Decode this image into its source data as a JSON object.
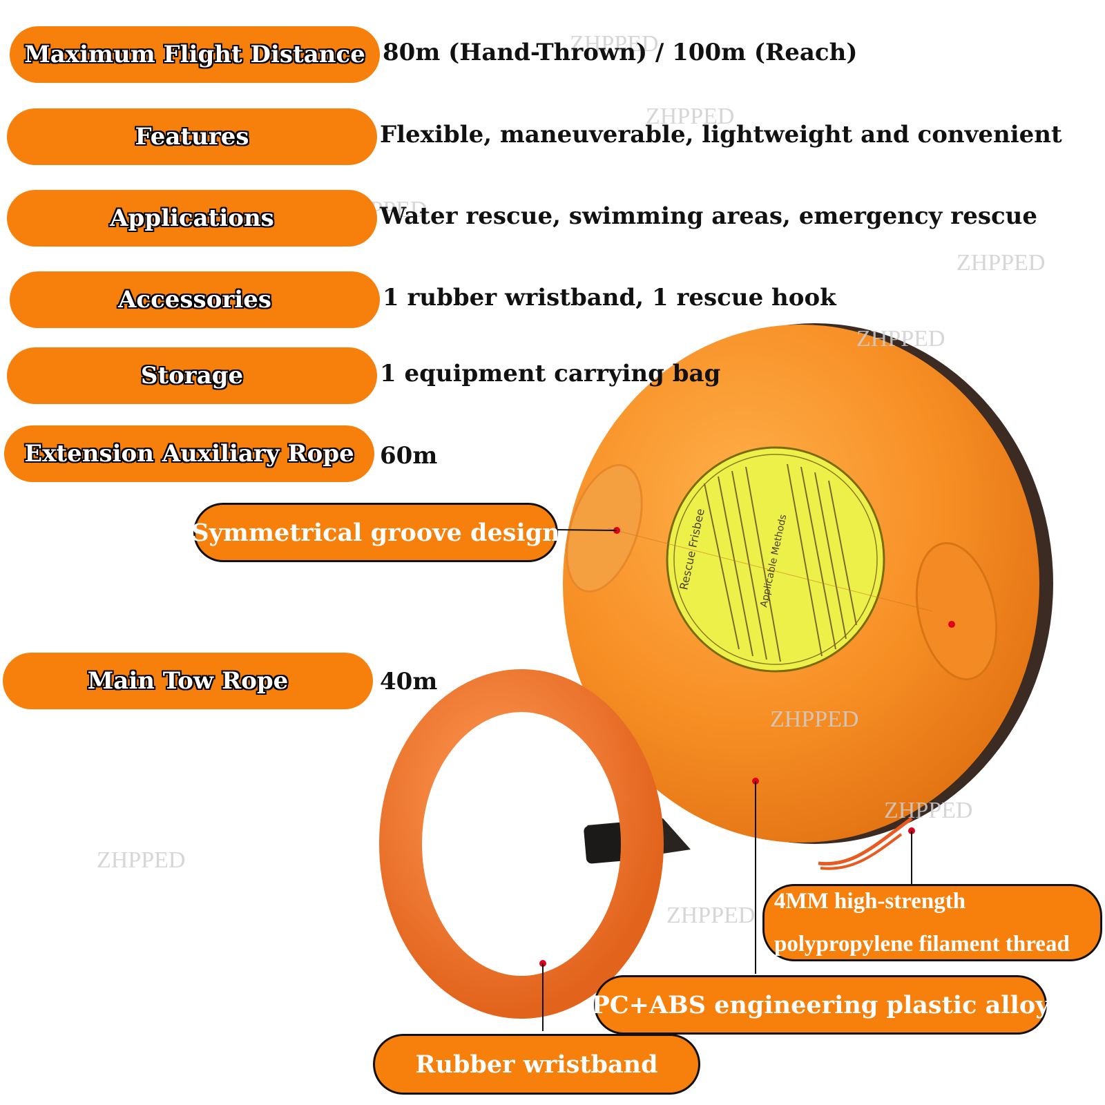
{
  "specs": [
    {
      "label": "Maximum Flight Distance",
      "value": "80m (Hand-Thrown) / 100m (Reach)"
    },
    {
      "label": "Features",
      "value": "Flexible, maneuverable, lightweight and convenient"
    },
    {
      "label": "Applications",
      "value": "Water rescue, swimming areas, emergency rescue"
    },
    {
      "label": "Accessories",
      "value": "1 rubber wristband, 1 rescue hook"
    },
    {
      "label": "Storage",
      "value": "1 equipment carrying bag"
    },
    {
      "label": "Extension Auxiliary Rope",
      "value": "60m"
    },
    {
      "label": "Main Tow Rope",
      "value": "40m"
    }
  ],
  "callouts": {
    "groove": "Symmetrical groove design",
    "thread": "4MM high-strength polypropylene filament thread",
    "material": "PC+ABS engineering plastic alloy",
    "wristband": "Rubber wristband"
  },
  "sticker": {
    "title": "Rescue Frisbee",
    "subtitle": "Applicable Methods"
  },
  "watermark": "ZHPPED",
  "colors": {
    "accent_orange": "#f77f0b",
    "disc_orange": "#f7922a",
    "sticker_yellow": "#eef04a",
    "ring_orange": "#f47a2a"
  }
}
